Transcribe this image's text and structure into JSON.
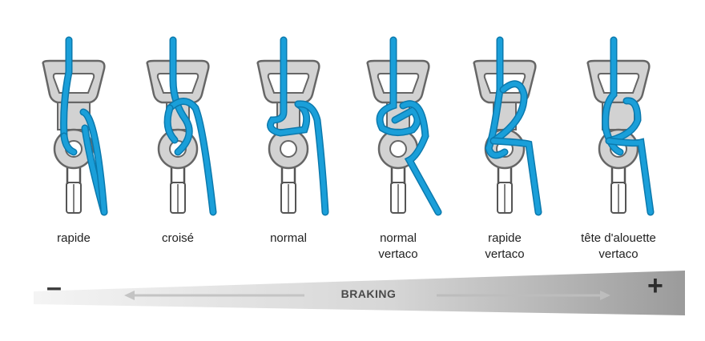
{
  "figures": [
    {
      "id": "rapide",
      "lines": [
        "rapide"
      ]
    },
    {
      "id": "croise",
      "lines": [
        "croisé"
      ]
    },
    {
      "id": "normal",
      "lines": [
        "normal"
      ]
    },
    {
      "id": "normal-vertaco",
      "lines": [
        "normal",
        "vertaco"
      ]
    },
    {
      "id": "rapide-vertaco",
      "lines": [
        "rapide",
        "vertaco"
      ]
    },
    {
      "id": "tete-alouette-vertaco",
      "lines": [
        "tête d'alouette",
        "vertaco"
      ]
    }
  ],
  "scale": {
    "label": "BRAKING",
    "min_symbol": "–",
    "max_symbol": "+"
  },
  "colors": {
    "rope": "#1a9fd9",
    "rope_dark": "#0b79ad",
    "device_fill": "#d2d2d2",
    "device_stroke": "#666666",
    "scale_dark": "#9a9a9a"
  }
}
